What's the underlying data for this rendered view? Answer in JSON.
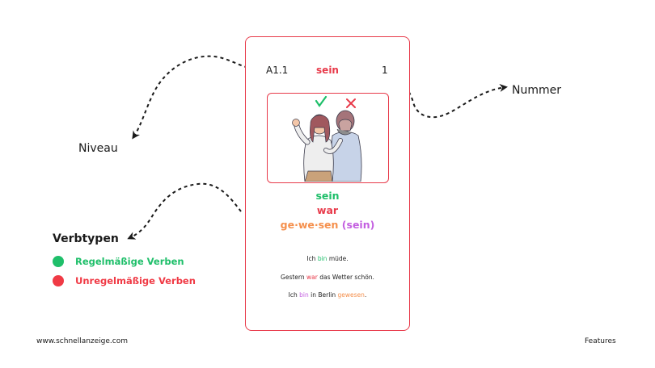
{
  "card": {
    "level": "A1.1",
    "verb": "sein",
    "number": "1",
    "forms": {
      "infinitive": "sein",
      "past": "war",
      "participle": "ge·we·sen",
      "auxiliary": "(sein)"
    },
    "examples": [
      {
        "before": "Ich ",
        "highlight": "bin",
        "after": " müde."
      },
      {
        "before": "Gestern ",
        "highlight": "war",
        "after": " das Wetter schön."
      },
      {
        "before": "Ich ",
        "highlight": "bin",
        "middle": " in Berlin ",
        "highlight2": "gewesen",
        "after": "."
      }
    ]
  },
  "labels": {
    "niveau": "Niveau",
    "nummer": "Nummer",
    "verbtypen": "Verbtypen"
  },
  "legend": {
    "regular": "Regelmäßige Verben",
    "irregular": "Unregelmäßige Verben"
  },
  "colors": {
    "red": "#e83a4a",
    "green": "#1fbf6a",
    "orange": "#f5904d",
    "purple": "#c35fe0"
  },
  "footer": {
    "website": "www.schnellanzeige.com",
    "section": "Features"
  }
}
